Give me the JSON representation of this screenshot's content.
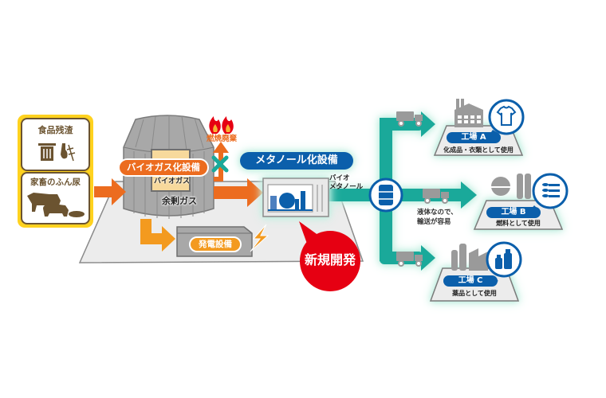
{
  "colors": {
    "orange": "#ec6c1f",
    "light_orange": "#f39a1f",
    "teal": "#1aa99a",
    "blue": "#0b5fab",
    "red": "#e60012",
    "yellow": "#ffd21f",
    "brown": "#6b5330",
    "gray": "#9a9a9a",
    "light_gray": "#ededed"
  },
  "inputs": {
    "food_waste": {
      "label": "食品残渣",
      "icon": "trash-can-icon"
    },
    "manure": {
      "label": "家畜のふん尿",
      "icon": "livestock-icon"
    }
  },
  "biogas_plant": {
    "title": "バイオガス化設備",
    "biogas_label": "バイオガス",
    "surplus_label": "余剰ガス"
  },
  "flare": {
    "label": "燃焼廃棄",
    "status": "x-mark"
  },
  "power": {
    "label": "発電設備"
  },
  "methanol_plant": {
    "title": "メタノール化設備"
  },
  "new_dev": {
    "label": "新規開発"
  },
  "output": {
    "label_line1": "バイオ",
    "label_line2": "メタノール"
  },
  "transport_note": {
    "line1": "液体なので、",
    "line2": "輸送が容易"
  },
  "factories": [
    {
      "name": "工場 A",
      "usage": "化成品・衣類として使用",
      "icon": "t-shirt-icon"
    },
    {
      "name": "工場 B",
      "usage": "燃料として使用",
      "icon": "burner-flame-icon"
    },
    {
      "name": "工場 C",
      "usage": "薬品として使用",
      "icon": "medicine-bottle-icon"
    }
  ]
}
